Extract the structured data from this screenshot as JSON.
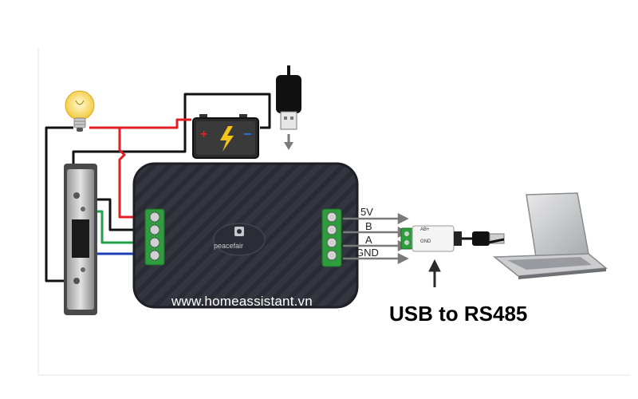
{
  "website": "www.homeassistant.vn",
  "brand": "peacefair",
  "caption": "USB to RS485",
  "rs485_pins": {
    "p1": "5V",
    "p2": "B",
    "p3": "A",
    "p4": "GND"
  },
  "adapter_text": {
    "line1": "AB+",
    "line2": "GND"
  },
  "battery_signs": {
    "plus": "+",
    "minus": "−"
  },
  "colors": {
    "wire_red": "#e31e24",
    "wire_black": "#111111",
    "wire_green": "#1fa34a",
    "wire_blue": "#1f3fb5",
    "module_body": "#33353f",
    "terminal_green": "#2e9d3e"
  }
}
